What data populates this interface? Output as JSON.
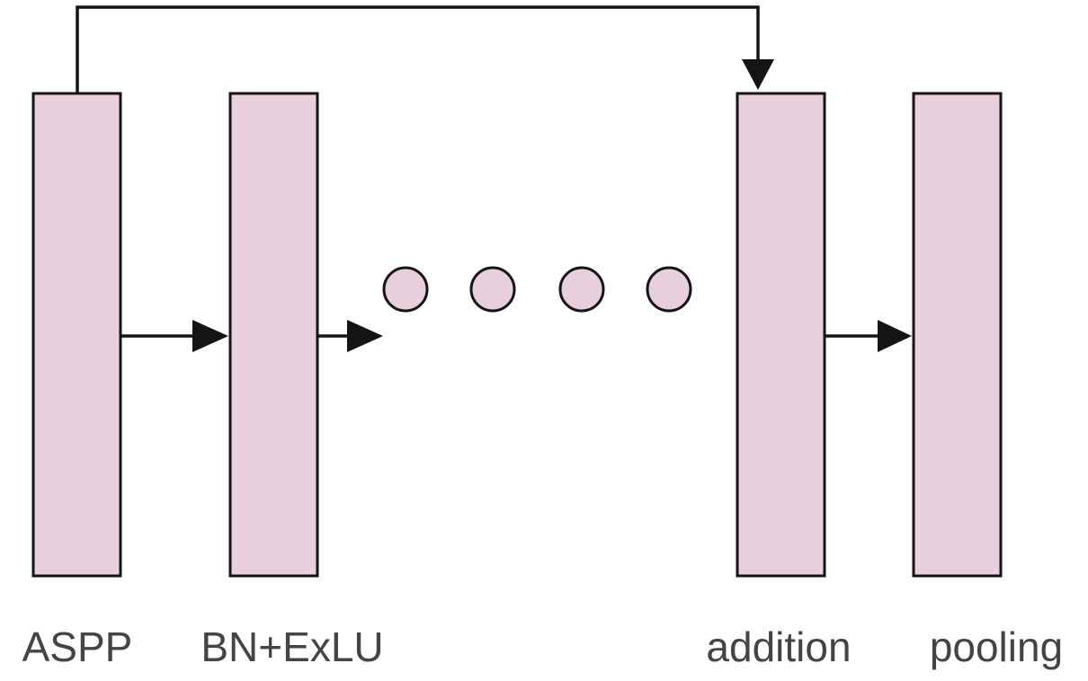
{
  "diagram": {
    "labels": {
      "aspp": "ASPP",
      "bn_exlu": "BN+ExLU",
      "addition": "addition",
      "pooling": "pooling"
    }
  },
  "colors": {
    "block_fill": "#e8cfdd",
    "stroke": "#141414",
    "label_text": "#444444"
  }
}
